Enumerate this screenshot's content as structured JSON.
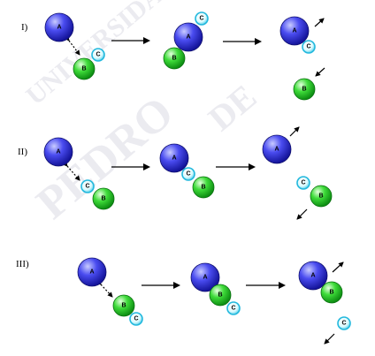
{
  "watermark": {
    "lines": [
      "UNIVERSIDAD",
      "PEDRO",
      "DE"
    ]
  },
  "diagram": {
    "rows": [
      {
        "label": "I)"
      },
      {
        "label": "II)"
      },
      {
        "label": "III)"
      }
    ],
    "atoms": {
      "A": {
        "label": "A",
        "fill": "#2b2bd6",
        "highlight": "#9aa0ff"
      },
      "B": {
        "label": "B",
        "fill": "#1fbe1f",
        "highlight": "#b6ffb0"
      },
      "C": {
        "label": "C",
        "fill": "#1fc8e8",
        "highlight": "#e8ffff"
      }
    },
    "arrow_color": "#000000"
  }
}
